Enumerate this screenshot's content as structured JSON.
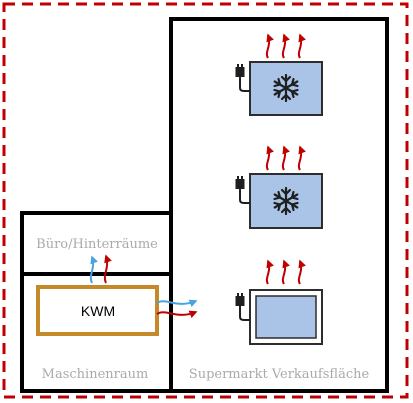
{
  "diagram": {
    "labels": {
      "office": "Büro/Hinterräume",
      "machine_room": "Maschinenraum",
      "sales_floor": "Supermarkt Verkaufsfläche",
      "unit": "KWM"
    },
    "colors": {
      "boundary": "#c00000",
      "walls": "#000000",
      "unit_border": "#c48a2a",
      "cabinet_fill": "#a9c4e6",
      "cabinet_border": "#2d2d2d",
      "heat_arrow": "#c00000",
      "cold_arrow": "#4aa3df",
      "label_text": "#aaaaaa"
    },
    "cabinets": [
      {
        "type": "freezer",
        "icon": "snowflake-icon"
      },
      {
        "type": "freezer",
        "icon": "snowflake-icon"
      },
      {
        "type": "cooler",
        "icon": "plug-icon"
      }
    ]
  }
}
